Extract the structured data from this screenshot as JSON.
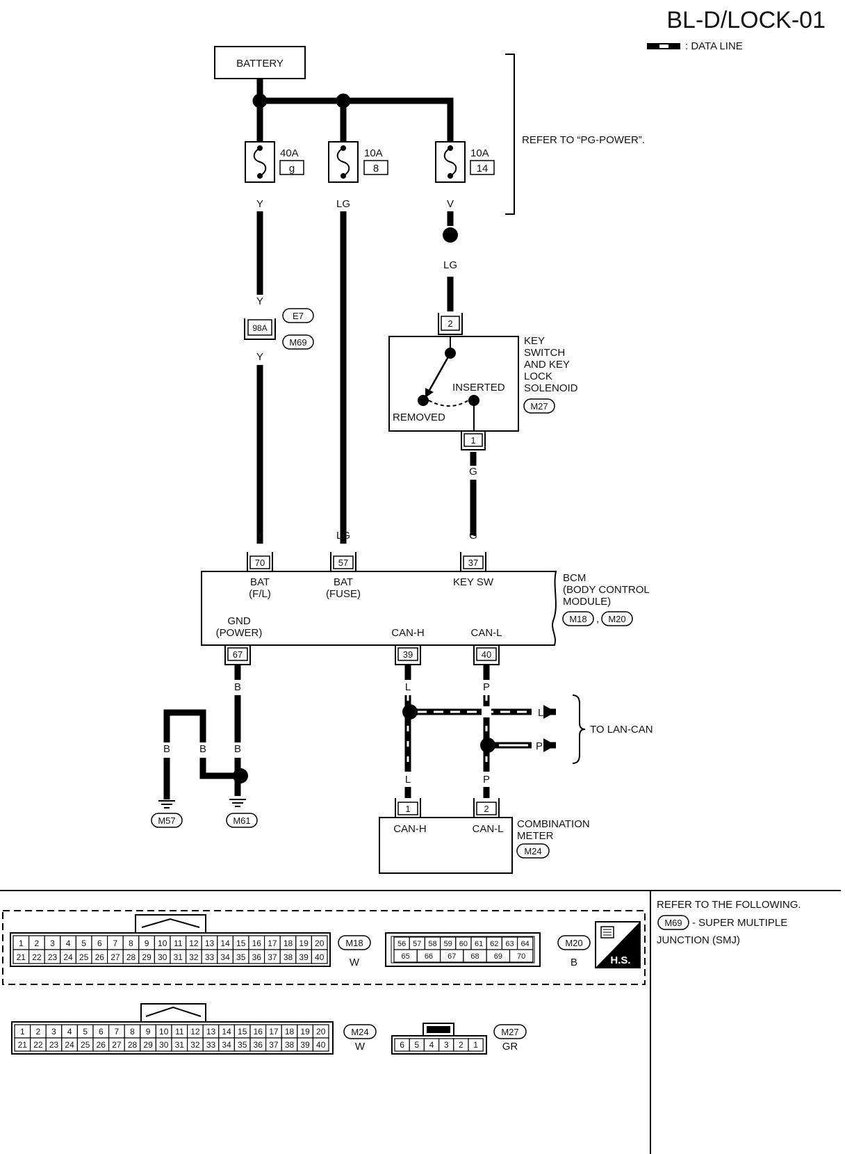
{
  "header": {
    "title": "BL-D/LOCK-01",
    "legend_label": ": DATA LINE"
  },
  "battery": {
    "label": "BATTERY"
  },
  "fuses": [
    {
      "amp": "40A",
      "num": "g",
      "wire_out": "Y"
    },
    {
      "amp": "10A",
      "num": "8",
      "wire_out": "LG"
    },
    {
      "amp": "10A",
      "num": "14",
      "wire_out": "V"
    }
  ],
  "power_note": "REFER TO “PG-POWER”.",
  "wires": {
    "v_to_lg": "LG",
    "y_top": "Y",
    "y_bottom": "Y",
    "y_bcm": "Y",
    "lg_bcm": "LG",
    "g_top": "G",
    "g_bcm": "G",
    "gnd_b": "B",
    "gnd_b2": "B",
    "gnd_b3": "B",
    "gnd_b4": "B",
    "can_l": "L",
    "can_p": "P",
    "lan_l": "L",
    "lan_p": "P",
    "meter_l": "L",
    "meter_p": "P"
  },
  "joint_connector": {
    "pin": "98A",
    "conn_top": "E7",
    "conn_bottom": "M69"
  },
  "key_switch": {
    "pin_top": "2",
    "pin_bottom": "1",
    "label_lines": [
      "KEY",
      "SWITCH",
      "AND KEY",
      "LOCK",
      "SOLENOID"
    ],
    "connector": "M27",
    "inserted": "INSERTED",
    "removed": "REMOVED"
  },
  "bcm": {
    "label_lines": [
      "BCM",
      "(BODY CONTROL",
      "MODULE)"
    ],
    "conn1": "M18",
    "conn_sep": ",",
    "conn2": "M20",
    "pins": {
      "bat_fl": "70",
      "bat_fuse": "57",
      "key_sw": "37",
      "gnd": "67",
      "can_h": "39",
      "can_l": "40"
    },
    "labels": {
      "bat_fl_1": "BAT",
      "bat_fl_2": "(F/L)",
      "bat_fuse_1": "BAT",
      "bat_fuse_2": "(FUSE)",
      "key_sw": "KEY SW",
      "gnd_1": "GND",
      "gnd_2": "(POWER)",
      "can_h": "CAN-H",
      "can_l": "CAN-L"
    }
  },
  "grounds": [
    {
      "id": "M57"
    },
    {
      "id": "M61"
    }
  ],
  "lan_can": "TO LAN-CAN",
  "meter": {
    "label_lines": [
      "COMBINATION",
      "METER"
    ],
    "connector": "M24",
    "pin1": "1",
    "pin2": "2",
    "can_h": "CAN-H",
    "can_l": "CAN-L"
  },
  "refer_note": {
    "line1": "REFER TO THE FOLLOWING.",
    "conn": "M69",
    "line2": "- SUPER MULTIPLE",
    "line3": "JUNCTION (SMJ)"
  },
  "connectors": {
    "m18": {
      "id": "M18",
      "color": "W",
      "row1": [
        "1",
        "2",
        "3",
        "4",
        "5",
        "6",
        "7",
        "8",
        "9",
        "10",
        "11",
        "12",
        "13",
        "14",
        "15",
        "16",
        "17",
        "18",
        "19",
        "20"
      ],
      "row2": [
        "21",
        "22",
        "23",
        "24",
        "25",
        "26",
        "27",
        "28",
        "29",
        "30",
        "31",
        "32",
        "33",
        "34",
        "35",
        "36",
        "37",
        "38",
        "39",
        "40"
      ]
    },
    "m20": {
      "id": "M20",
      "color": "B",
      "row1": [
        "56",
        "57",
        "58",
        "59",
        "60",
        "61",
        "62",
        "63",
        "64"
      ],
      "row2": [
        "65",
        "66",
        "67",
        "68",
        "69",
        "70"
      ]
    },
    "m24": {
      "id": "M24",
      "color": "W",
      "row1": [
        "1",
        "2",
        "3",
        "4",
        "5",
        "6",
        "7",
        "8",
        "9",
        "10",
        "11",
        "12",
        "13",
        "14",
        "15",
        "16",
        "17",
        "18",
        "19",
        "20"
      ],
      "row2": [
        "21",
        "22",
        "23",
        "24",
        "25",
        "26",
        "27",
        "28",
        "29",
        "30",
        "31",
        "32",
        "33",
        "34",
        "35",
        "36",
        "37",
        "38",
        "39",
        "40"
      ]
    },
    "m27": {
      "id": "M27",
      "color": "GR",
      "row1": [
        "6",
        "5",
        "4",
        "3",
        "2",
        "1"
      ]
    }
  },
  "hs_badge": "H.S."
}
